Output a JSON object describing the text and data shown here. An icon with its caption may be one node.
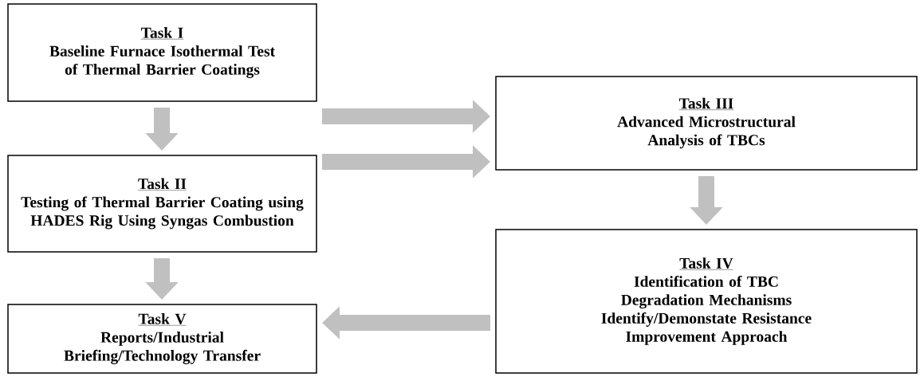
{
  "diagram": {
    "nodes": [
      {
        "text": [
          "Task I",
          "Baseline Furnace Isothermal Test of Thermal Barrier Coatings"
        ]
      },
      {
        "text": [
          "Task II",
          "Testing of Thermal Barrier Coating using HADES Rig Using Syngas Combustion"
        ]
      },
      {
        "text": [
          "Task III",
          "Advanced Microstructural Analysis of TBCs"
        ]
      },
      {
        "text": [
          "Task IV",
          "Identification of TBC Degradation Mechanisms",
          "Identify/Demonstate Resistance Improvement Approach"
        ]
      },
      {
        "text": [
          "Task V",
          "Reports/Industrial Briefing/Technology Transfer"
        ]
      }
    ],
    "edges": [
      {
        "from": 0,
        "to": 1,
        "arrow": "to"
      },
      {
        "from": 0,
        "to": 2,
        "arrow": "to"
      },
      {
        "from": 1,
        "to": 2,
        "arrow": "to"
      },
      {
        "from": 1,
        "to": 4,
        "arrow": "to"
      },
      {
        "from": 2,
        "to": 3,
        "arrow": "to"
      },
      {
        "from": 3,
        "to": 4,
        "arrow": "to"
      }
    ]
  }
}
